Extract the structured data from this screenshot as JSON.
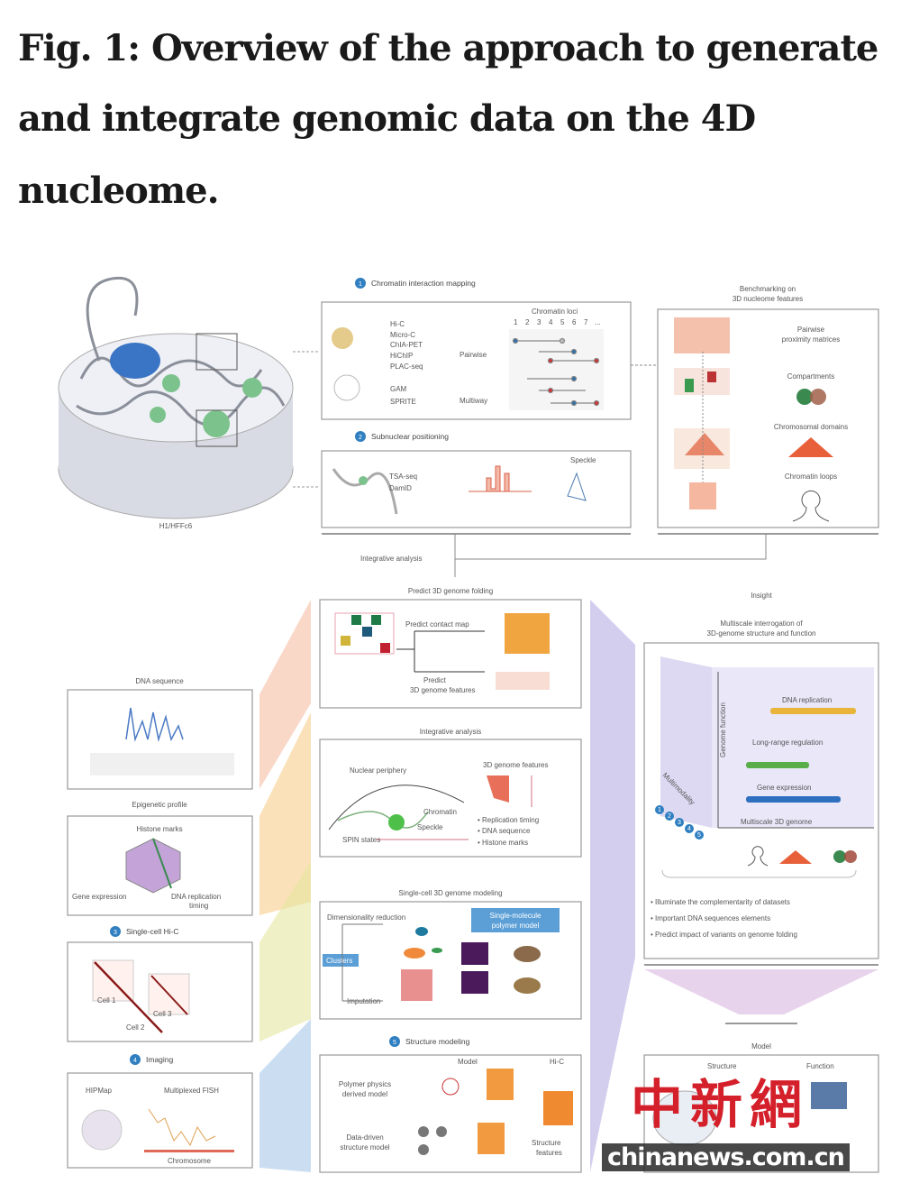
{
  "title_lines": [
    "Fig. 1: Overview of the approach to generate",
    "and integrate genomic data on the 4D",
    "nucleome."
  ],
  "top": {
    "nucleus_label": "H1/HFFc6",
    "section1": {
      "num": "1",
      "title": "Chromatin interaction mapping",
      "methods": [
        "Hi-C",
        "Micro-C",
        "ChIA-PET",
        "HiChIP",
        "PLAC-seq",
        "GAM",
        "SPRITE"
      ],
      "pairwise": "Pairwise",
      "multiway": "Multiway",
      "loci_label": "Chromatin loci",
      "loci": [
        "1",
        "2",
        "3",
        "4",
        "5",
        "6",
        "7",
        "..."
      ]
    },
    "section2": {
      "num": "2",
      "title": "Subnuclear positioning",
      "methods": [
        "TSA-seq",
        "DamID"
      ],
      "speckle": "Speckle"
    },
    "benchmark": {
      "title": [
        "Benchmarking on",
        "3D nucleome features"
      ],
      "features": [
        [
          "Pairwise",
          "proximity matrices"
        ],
        [
          "Compartments"
        ],
        [
          "Chromosomal domains"
        ],
        [
          "Chromatin loops"
        ]
      ]
    },
    "integrative": "Integrative analysis"
  },
  "left": {
    "dna": {
      "title": "DNA sequence"
    },
    "epigenetic": {
      "title": "Epigenetic profile",
      "histone": "Histone marks",
      "gene_expr": "Gene expression",
      "dna_rep": [
        "DNA replication",
        "timing"
      ]
    },
    "schic": {
      "num": "3",
      "title": "Single-cell Hi-C",
      "cells": [
        "Cell 1",
        "Cell 2",
        "Cell 3"
      ]
    },
    "imaging": {
      "num": "4",
      "title": "Imaging",
      "hipmap": "HIPMap",
      "fish": "Multiplexed FISH",
      "chromosome": "Chromosome"
    }
  },
  "middle": {
    "predict": {
      "title": "Predict 3D genome folding",
      "contact": "Predict contact map",
      "features": [
        "Predict",
        "3D genome features"
      ]
    },
    "integrative": {
      "title": "Integrative analysis",
      "periphery": "Nuclear periphery",
      "chromatin": "Chromatin",
      "speckle": "Speckle",
      "spin": "SPIN states",
      "features_title": "3D genome features",
      "features": [
        "• Replication timing",
        "• DNA sequence",
        "• Histone marks"
      ]
    },
    "singlecell": {
      "title": "Single-cell 3D genome modeling",
      "dimred": "Dimensionality reduction",
      "clusters": "Clusters",
      "imputation": "Imputation",
      "single_molecule": [
        "Single-molecule",
        "polymer model"
      ]
    },
    "structure": {
      "num": "5",
      "title": "Structure modeling",
      "model": "Model",
      "hic": "Hi-C",
      "polymer": [
        "Polymer physics",
        "derived model"
      ],
      "datadriven": [
        "Data-driven",
        "structure model"
      ],
      "struct_features": [
        "Structure",
        "features"
      ]
    }
  },
  "right": {
    "insight": "Insight",
    "multiscale_title": [
      "Multiscale interrogation of",
      "3D-genome structure and function"
    ],
    "genome_function": "Genome function",
    "multimodality": "Multimodality",
    "mod_nums": [
      "1",
      "2",
      "3",
      "4",
      "5"
    ],
    "bars": [
      "DNA replication",
      "Long-range regulation",
      "Gene expression"
    ],
    "bar_colors": [
      "#e9b43a",
      "#5aae4a",
      "#2f6fc0"
    ],
    "multiscale_3d": "Multiscale 3D genome",
    "bullets": [
      "• Illuminate the complementarity of datasets",
      "• Important DNA sequences elements",
      "• Predict impact of variants on genome folding"
    ],
    "model": "Model",
    "model_box": [
      "Structure",
      "Function"
    ]
  },
  "watermark": {
    "chinese": "中新網",
    "domain": "chinanews.com.cn"
  }
}
